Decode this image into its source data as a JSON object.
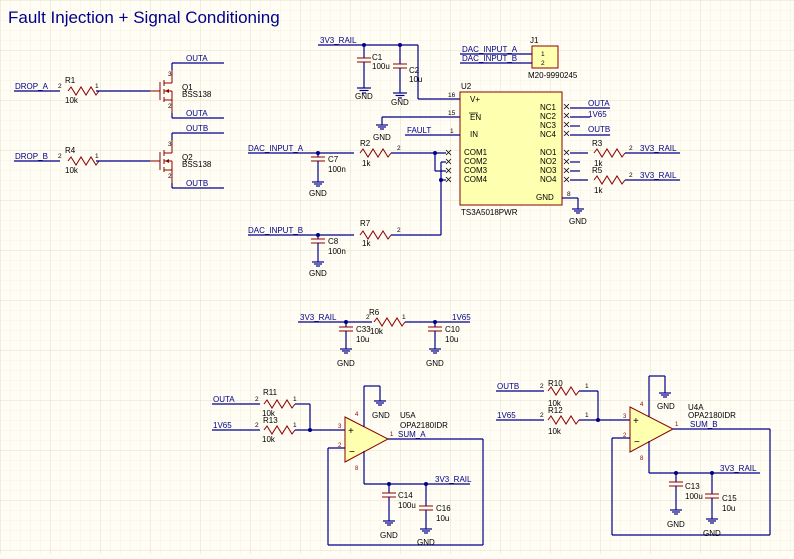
{
  "title": "Fault Injection + Signal Conditioning",
  "nets": {
    "drop_a": "DROP_A",
    "drop_b": "DROP_B",
    "outa": "OUTA",
    "outb": "OUTB",
    "rail": "3V3_RAIL",
    "v65": "1V65",
    "dac_a": "DAC_INPUT_A",
    "dac_b": "DAC_INPUT_B",
    "fault": "FAULT",
    "gnd": "GND",
    "sum_a": "SUM_A",
    "sum_b": "SUM_B"
  },
  "parts": {
    "R1": {
      "ref": "R1",
      "value": "10k"
    },
    "R4": {
      "ref": "R4",
      "value": "10k"
    },
    "R2": {
      "ref": "R2",
      "value": "1k"
    },
    "R3": {
      "ref": "R3",
      "value": "1k"
    },
    "R5": {
      "ref": "R5",
      "value": "1k"
    },
    "R6": {
      "ref": "R6",
      "value": "10k"
    },
    "R7": {
      "ref": "R7",
      "value": "1k"
    },
    "R10": {
      "ref": "R10",
      "value": "10k"
    },
    "R11": {
      "ref": "R11",
      "value": "10k"
    },
    "R12": {
      "ref": "R12",
      "value": "10k"
    },
    "R13": {
      "ref": "R13",
      "value": "10k"
    },
    "C1": {
      "ref": "C1",
      "value": "100u"
    },
    "C2": {
      "ref": "C2",
      "value": "10u"
    },
    "C7": {
      "ref": "C7",
      "value": "100n"
    },
    "C8": {
      "ref": "C8",
      "value": "100n"
    },
    "C10": {
      "ref": "C10",
      "value": "10u"
    },
    "C13": {
      "ref": "C13",
      "value": "100u"
    },
    "C14": {
      "ref": "C14",
      "value": "100u"
    },
    "C15": {
      "ref": "C15",
      "value": "10u"
    },
    "C16": {
      "ref": "C16",
      "value": "10u"
    },
    "C33": {
      "ref": "C33",
      "value": "10u"
    },
    "Q1": {
      "ref": "Q1",
      "value": "BSS138"
    },
    "Q2": {
      "ref": "Q2",
      "value": "BSS138"
    },
    "J1": {
      "ref": "J1",
      "value": "M20-9990245"
    },
    "U2": {
      "ref": "U2",
      "value": "TS3A5018PWR"
    },
    "U5A": {
      "ref": "U5A",
      "value": "OPA2180IDR"
    },
    "U4A": {
      "ref": "U4A",
      "value": "OPA2180IDR"
    }
  },
  "u2_pins": {
    "vplus": "V+",
    "en": "EN",
    "in": "IN",
    "com1": "COM1",
    "com2": "COM2",
    "com3": "COM3",
    "com4": "COM4",
    "nc1": "NC1",
    "nc2": "NC2",
    "nc3": "NC3",
    "nc4": "NC4",
    "no1": "NO1",
    "no2": "NO2",
    "no3": "NO3",
    "no4": "NO4",
    "gnd": "GND",
    "n16": "16",
    "n15": "15",
    "n1": "1",
    "n8": "8"
  },
  "pin_numbers": {
    "one": "1",
    "two": "2",
    "three": "3",
    "four": "4",
    "eight": "8"
  },
  "colors": {
    "wire": "#00008b",
    "component": "#8b0000",
    "body_fill": "#ffffb0",
    "background": "#fffdf4",
    "grid": "#e6e2d2"
  }
}
